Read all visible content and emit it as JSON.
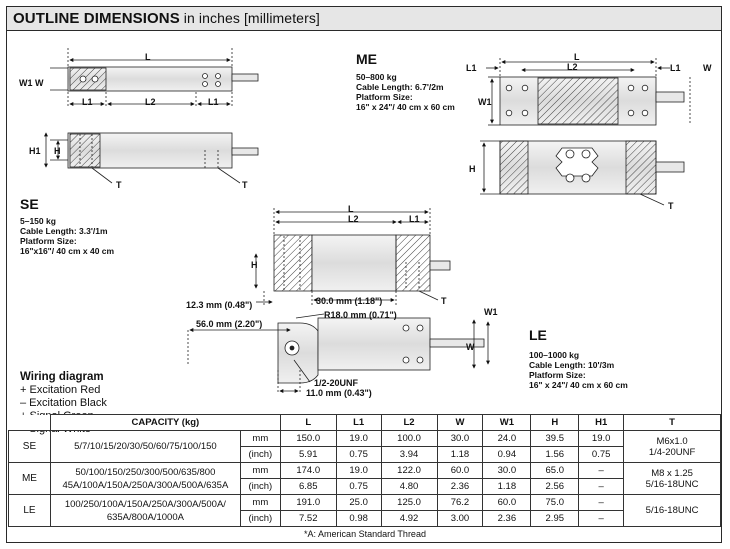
{
  "title": {
    "main": "OUTLINE DIMENSIONS",
    "sub": " in inches [millimeters]"
  },
  "dim_labels": {
    "L": "L",
    "L1": "L1",
    "L2": "L2",
    "W": "W",
    "W1": "W1",
    "H": "H",
    "H1": "H1",
    "T": "T",
    "W1W": "W1 W"
  },
  "models": {
    "me": {
      "name": "ME",
      "lines": [
        "50–800 kg",
        "Cable Length: 6.7'/2m",
        "Platform Size:",
        "16\" x 24\"/ 40 cm x 60 cm"
      ]
    },
    "se": {
      "name": "SE",
      "lines": [
        "5–150 kg",
        "Cable Length: 3.3'/1m",
        "Platform Size:",
        "16\"x16\"/ 40 cm x 40 cm"
      ]
    },
    "le": {
      "name": "LE",
      "lines": [
        "100–1000 kg",
        "Cable Length: 10'/3m",
        "Platform Size:",
        "16\" x 24\"/ 40 cm x 60 cm"
      ]
    }
  },
  "callouts": {
    "c1": "12.3 mm (0.48\")",
    "c2": "30.0 mm (1.18\")",
    "c3": "56.0 mm (2.20\")",
    "c4": "R18.0 mm (0.71\")",
    "c5": "1/2-20UNF",
    "c6": "11.0 mm (0.43\")"
  },
  "wiring": {
    "heading": "Wiring diagram",
    "items": [
      "+ Excitation Red",
      "– Excitation Black",
      "+ Signal Green",
      "– Signal White"
    ]
  },
  "table": {
    "headers": [
      "CAPACITY (kg)",
      "L",
      "L1",
      "L2",
      "W",
      "W1",
      "H",
      "H1",
      "T"
    ],
    "rows": [
      {
        "model": "SE",
        "capacity": "5/7/10/15/20/30/50/60/75/100/150",
        "mm": [
          "mm",
          "150.0",
          "19.0",
          "100.0",
          "30.0",
          "24.0",
          "39.5",
          "19.0"
        ],
        "inch": [
          "(inch)",
          "5.91",
          "0.75",
          "3.94",
          "1.18",
          "0.94",
          "1.56",
          "0.75"
        ],
        "thread": [
          "M6x1.0",
          "1/4-20UNF"
        ]
      },
      {
        "model": "ME",
        "capacity": "50/100/150/250/300/500/635/800\n45A/100A/150A/250A/300A/500A/635A",
        "mm": [
          "mm",
          "174.0",
          "19.0",
          "122.0",
          "60.0",
          "30.0",
          "65.0",
          "–"
        ],
        "inch": [
          "(inch)",
          "6.85",
          "0.75",
          "4.80",
          "2.36",
          "1.18",
          "2.56",
          "–"
        ],
        "thread": [
          "M8 x 1.25",
          "5/16-18UNC"
        ]
      },
      {
        "model": "LE",
        "capacity": "100/250/100A/150A/250A/300A/500A/\n635A/800A/1000A",
        "mm": [
          "mm",
          "191.0",
          "25.0",
          "125.0",
          "76.2",
          "60.0",
          "75.0",
          "–"
        ],
        "inch": [
          "(inch)",
          "7.52",
          "0.98",
          "4.92",
          "3.00",
          "2.36",
          "2.95",
          "–"
        ],
        "thread": [
          "",
          "5/16-18UNC"
        ]
      }
    ],
    "footnote": "*A: American Standard Thread"
  }
}
